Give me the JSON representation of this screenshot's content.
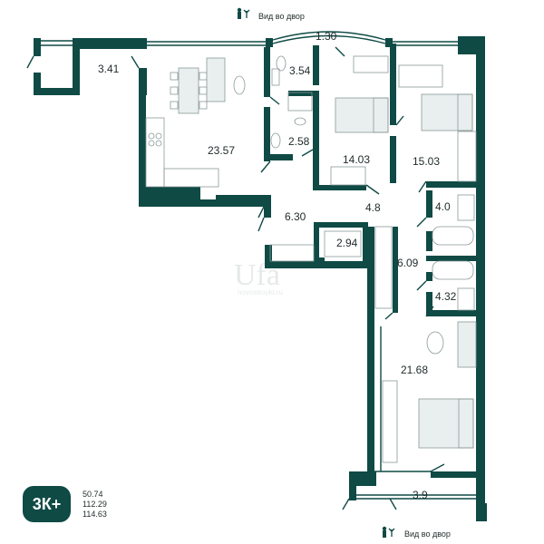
{
  "view_labels": {
    "top": "Вид во двор",
    "bottom": "Вид во двор"
  },
  "rooms": {
    "balcony_left": "3.41",
    "living_kitchen": "23.57",
    "toilet": "3.54",
    "balcony_top": "1.30",
    "bedroom_1": "14.03",
    "bedroom_2": "15.03",
    "bathroom_small": "2.58",
    "hall": "6.30",
    "corridor": "4.8",
    "storage": "2.94",
    "bathroom_1": "4.0",
    "corridor_2": "6.09",
    "bathroom_2": "4.32",
    "master_bedroom": "21.68",
    "balcony_bottom": "3.9"
  },
  "badge": {
    "type": "3К+"
  },
  "areas": {
    "living": "50.74",
    "total": "112.29",
    "total_with_balconies": "114.63"
  },
  "watermark": {
    "logo": "Ufa",
    "site": "novostroyki.ru"
  },
  "colors": {
    "wall": "#0f4a45",
    "furniture": "#8a9898",
    "text": "#1f2a2a"
  },
  "icons": {
    "view": "person-with-plant-icon"
  }
}
